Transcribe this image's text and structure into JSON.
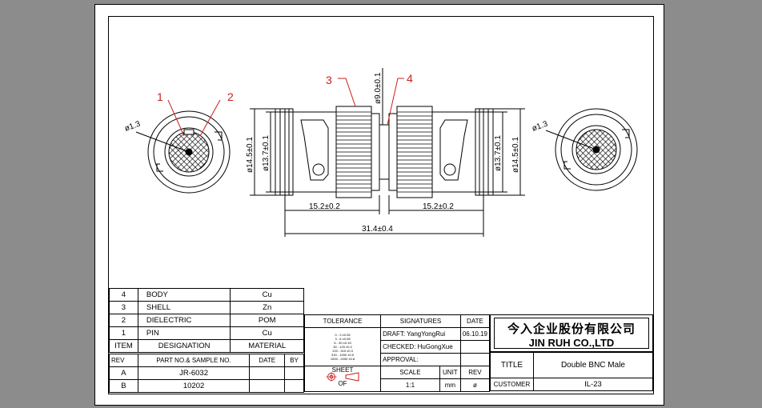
{
  "callouts": [
    "1",
    "2",
    "3",
    "4"
  ],
  "dims": {
    "left_pin_dia": "ø1.3",
    "right_pin_dia": "ø1.3",
    "d145_left": "ø14.5±0.1",
    "d137_left": "ø13.7±0.1",
    "d137_right": "ø13.7±0.1",
    "d145_right": "ø14.5±0.1",
    "d90": "ø9.0±0.1",
    "len_left": "15.2±0.2",
    "len_right": "15.2±0.2",
    "len_total": "31.4±0.4"
  },
  "bom": {
    "rows": [
      {
        "item": "4",
        "designation": "BODY",
        "material": "Cu"
      },
      {
        "item": "3",
        "designation": "SHELL",
        "material": "Zn"
      },
      {
        "item": "2",
        "designation": "DIELECTRIC",
        "material": "POM"
      },
      {
        "item": "1",
        "designation": "PIN",
        "material": "Cu"
      }
    ],
    "header": {
      "item": "ITEM",
      "designation": "DESIGNATION",
      "material": "MATERIAL"
    }
  },
  "rev": {
    "header": {
      "rev": "REV",
      "part": "PART NO.& SAMPLE NO.",
      "date": "DATE",
      "by": "BY"
    },
    "rows": [
      {
        "rev": "A",
        "part": "JR-6032"
      },
      {
        "rev": "B",
        "part": "10202"
      }
    ]
  },
  "tolerance": {
    "label": "TOLERANCE",
    "table": [
      "0 - 3   ±0.05",
      "3 - 6   ±0.08",
      "6 - 30  ±0.15",
      "30 - 120 ±0.2",
      "120 - 315 ±0.3",
      "315 - 1000 ±0.5",
      "1000 - 2000 ±0.8"
    ],
    "sheet": "SHEET",
    "of": "OF"
  },
  "signatures": {
    "label": "SIGNATURES",
    "date_label": "DATE",
    "draft": "DRAFT: YangYongRui",
    "draft_date": "06.10.19",
    "checked": "CHECKED: HuGongXue",
    "approval": "APPROVAL:",
    "scale_label": "SCALE",
    "unit_label": "UNIT",
    "rev_label": "REV",
    "scale": "1:1",
    "unit": "mm",
    "rev": "ø"
  },
  "company": {
    "chinese": "今入企业股份有限公司",
    "english": "JIN  RUH  CO.,LTD",
    "title_label": "TITLE",
    "title": "Double BNC Male",
    "customer_label": "CUSTOMER",
    "customer": "IL-23"
  }
}
